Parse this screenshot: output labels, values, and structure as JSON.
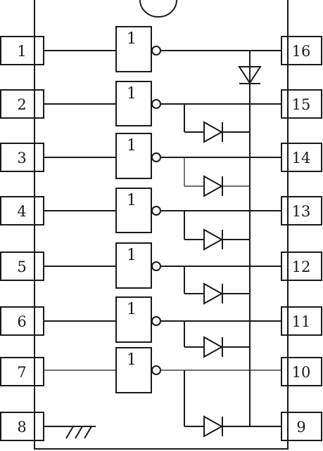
{
  "gate_symbol": "1",
  "left_pins": [
    "1",
    "2",
    "3",
    "4",
    "5",
    "6",
    "7",
    "8"
  ],
  "right_pins": [
    "16",
    "15",
    "14",
    "13",
    "12",
    "11",
    "10",
    "9"
  ],
  "icons": {
    "ground": "ground-icon",
    "diode": "diode-icon"
  }
}
